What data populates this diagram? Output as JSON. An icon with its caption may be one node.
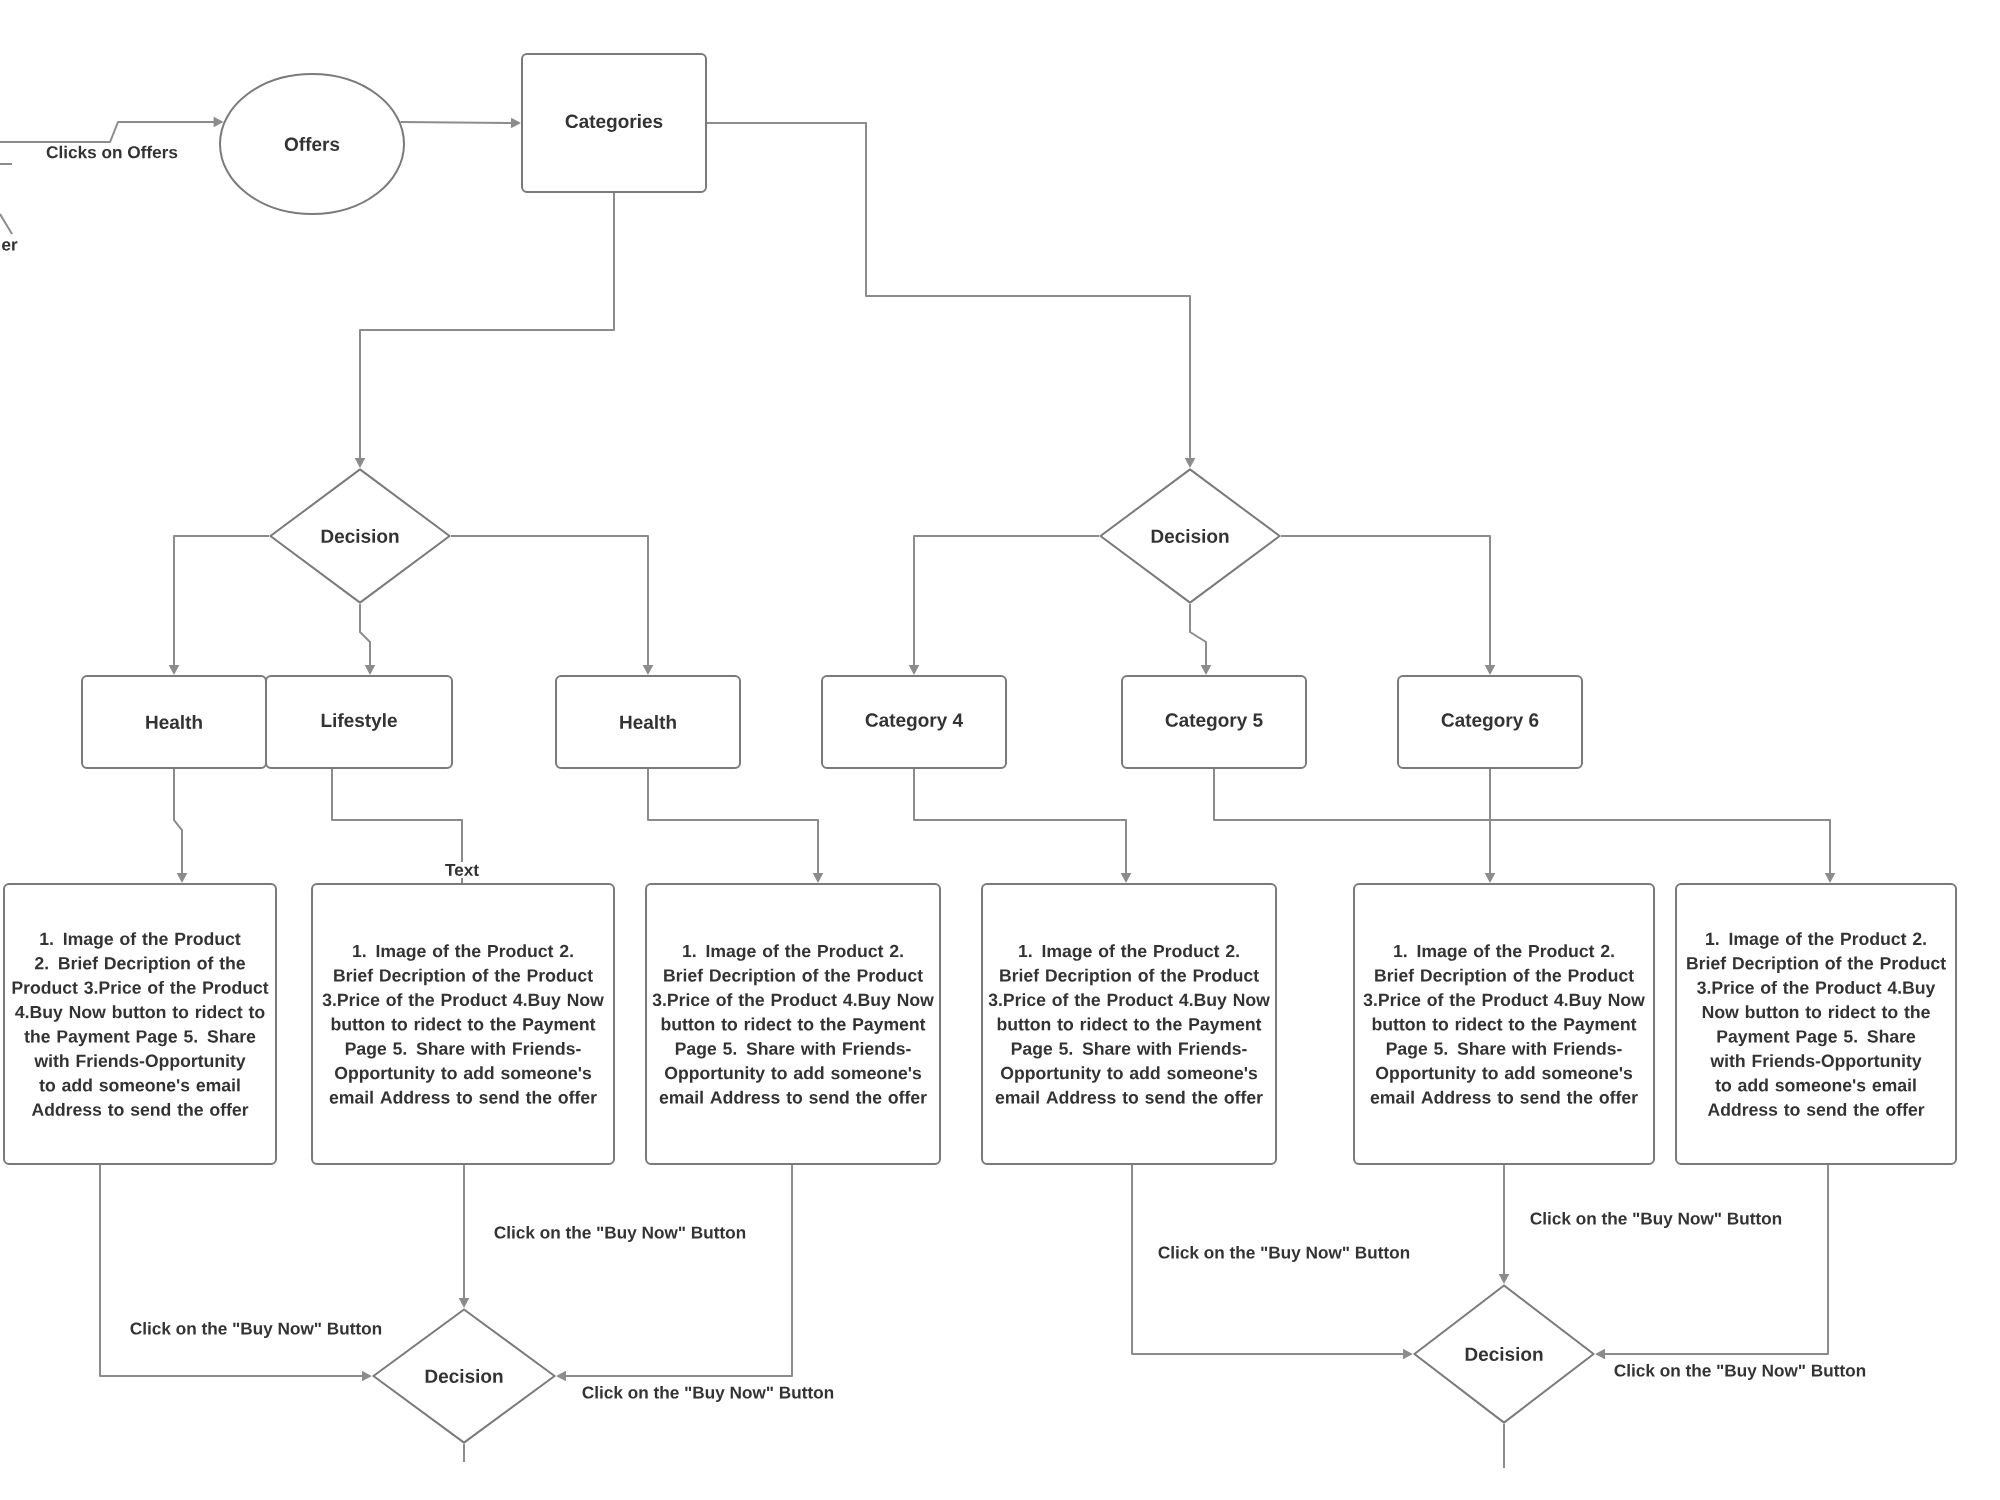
{
  "diagram": {
    "nodes": [
      {
        "text": [
          "Offers"
        ]
      },
      {
        "text": [
          "Categories"
        ]
      },
      {
        "text": [
          "Decision"
        ]
      },
      {
        "text": [
          "Decision"
        ]
      },
      {
        "text": [
          "Health"
        ]
      },
      {
        "text": [
          "Lifestyle"
        ]
      },
      {
        "text": [
          "Health"
        ]
      },
      {
        "text": [
          "Category 4"
        ]
      },
      {
        "text": [
          "Category 5"
        ]
      },
      {
        "text": [
          "Category 6"
        ]
      },
      {
        "text": [
          "1. Image of the Product 2. Brief Decription of the Product 3.Price of the Product 4.Buy Now button to ridect to the Payment Page 5. Share with Friends-Opportunity to add someone's email Address to send the offer"
        ]
      },
      {
        "text": [
          "1. Image of the Product 2. Brief Decription of the Product 3.Price of the Product 4.Buy Now button to ridect to the Payment Page 5. Share with Friends-Opportunity to add someone's email Address to send the offer"
        ]
      },
      {
        "text": [
          "1. Image of the Product 2. Brief Decription of the Product 3.Price of the Product 4.Buy Now button to ridect to the Payment Page 5. Share with Friends-Opportunity to add someone's email Address to send the offer"
        ]
      },
      {
        "text": [
          "1. Image of the Product 2. Brief Decription of the Product 3.Price of the Product 4.Buy Now button to ridect to the Payment Page 5. Share with Friends-Opportunity to add someone's email Address to send the offer"
        ]
      },
      {
        "text": [
          "1. Image of the Product 2. Brief Decription of the Product 3.Price of the Product 4.Buy Now button to ridect to the Payment Page 5. Share with Friends-Opportunity to add someone's email Address to send the offer"
        ]
      },
      {
        "text": [
          "1. Image of the Product 2. Brief Decription of the Product 3.Price of the Product 4.Buy Now button to ridect to the Payment Page 5. Share with Friends-Opportunity to add someone's email Address to send the offer"
        ]
      },
      {
        "text": [
          "Decision"
        ]
      },
      {
        "text": [
          "Decision"
        ]
      }
    ],
    "edges": [
      {
        "from": null,
        "to": 0,
        "arrow": "to",
        "label": "Clicks on Offers"
      },
      {
        "from": 0,
        "to": 1,
        "arrow": "to"
      },
      {
        "from": 1,
        "to": 2,
        "arrow": "to"
      },
      {
        "from": 1,
        "to": 3,
        "arrow": "to"
      },
      {
        "from": 2,
        "to": 4,
        "arrow": "to"
      },
      {
        "from": 2,
        "to": 5,
        "arrow": "to"
      },
      {
        "from": 2,
        "to": 6,
        "arrow": "to"
      },
      {
        "from": 3,
        "to": 7,
        "arrow": "to"
      },
      {
        "from": 3,
        "to": 8,
        "arrow": "to"
      },
      {
        "from": 3,
        "to": 9,
        "arrow": "to"
      },
      {
        "from": 4,
        "to": 10,
        "arrow": "to"
      },
      {
        "from": 5,
        "to": 11,
        "arrow": "none",
        "label": "Text"
      },
      {
        "from": 6,
        "to": 12,
        "arrow": "to"
      },
      {
        "from": 7,
        "to": 13,
        "arrow": "to"
      },
      {
        "from": 8,
        "to": 15,
        "arrow": "to"
      },
      {
        "from": 9,
        "to": 14,
        "arrow": "to"
      },
      {
        "from": 10,
        "to": 16,
        "arrow": "to",
        "label": "Click on the \"Buy Now\" Button"
      },
      {
        "from": 11,
        "to": 16,
        "arrow": "to",
        "label": "Click on the \"Buy Now\" Button"
      },
      {
        "from": 12,
        "to": 16,
        "arrow": "to",
        "label": "Click on the \"Buy Now\" Button"
      },
      {
        "from": 13,
        "to": 17,
        "arrow": "to",
        "label": "Click on the \"Buy Now\" Button"
      },
      {
        "from": 14,
        "to": 17,
        "arrow": "to",
        "label": "Click on the \"Buy Now\" Button"
      },
      {
        "from": 15,
        "to": 17,
        "arrow": "to",
        "label": "Click on the \"Buy Now\" Button"
      },
      {
        "from": 16,
        "to": null,
        "arrow": "none"
      },
      {
        "from": 17,
        "to": null,
        "arrow": "none"
      }
    ],
    "labels": [
      "er"
    ]
  }
}
